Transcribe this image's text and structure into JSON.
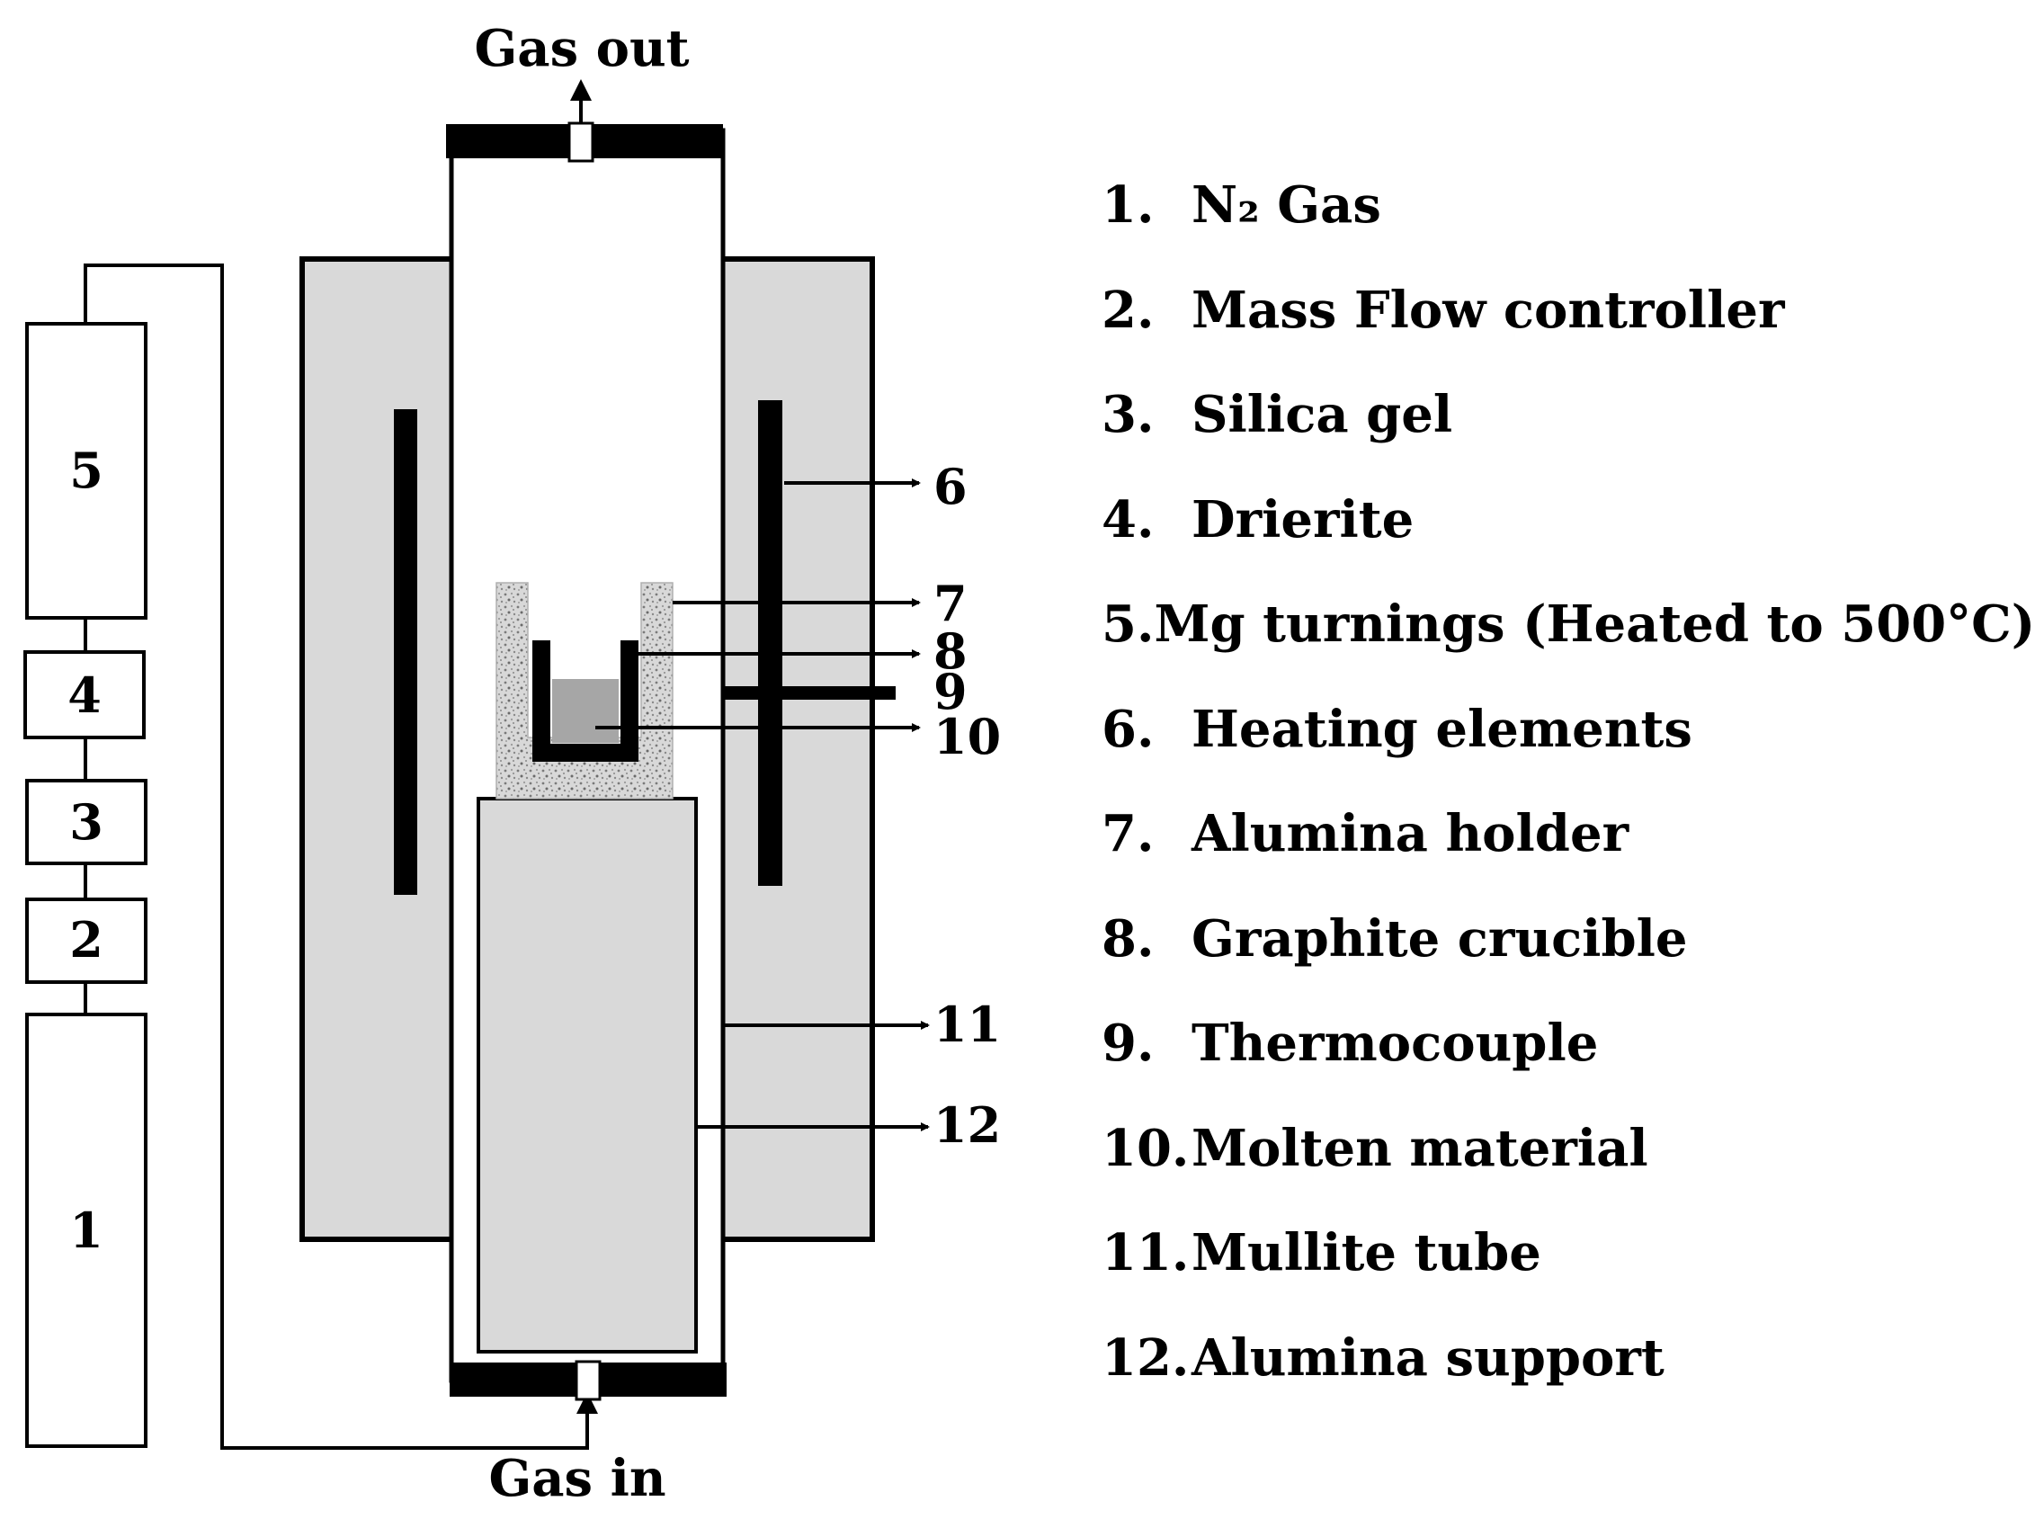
{
  "diagram": {
    "flow_labels": {
      "gas_out": "Gas out",
      "gas_in": "Gas in"
    },
    "component_boxes": [
      "5",
      "4",
      "3",
      "2",
      "1"
    ],
    "callouts": [
      "6",
      "7",
      "8",
      "9",
      "10",
      "11",
      "12"
    ],
    "legend": [
      {
        "num": "1.",
        "text": "N₂ Gas"
      },
      {
        "num": "2.",
        "text": "Mass Flow controller"
      },
      {
        "num": "3.",
        "text": "Silica gel"
      },
      {
        "num": "4.",
        "text": "Drierite"
      },
      {
        "num": "5.",
        "text": "Mg turnings (Heated to 500°C)"
      },
      {
        "num": "6.",
        "text": "Heating elements"
      },
      {
        "num": "7.",
        "text": "Alumina holder"
      },
      {
        "num": "8.",
        "text": "Graphite crucible"
      },
      {
        "num": "9.",
        "text": "Thermocouple"
      },
      {
        "num": "10.",
        "text": "Molten material"
      },
      {
        "num": "11.",
        "text": "Mullite tube"
      },
      {
        "num": "12.",
        "text": "Alumina support"
      }
    ]
  }
}
